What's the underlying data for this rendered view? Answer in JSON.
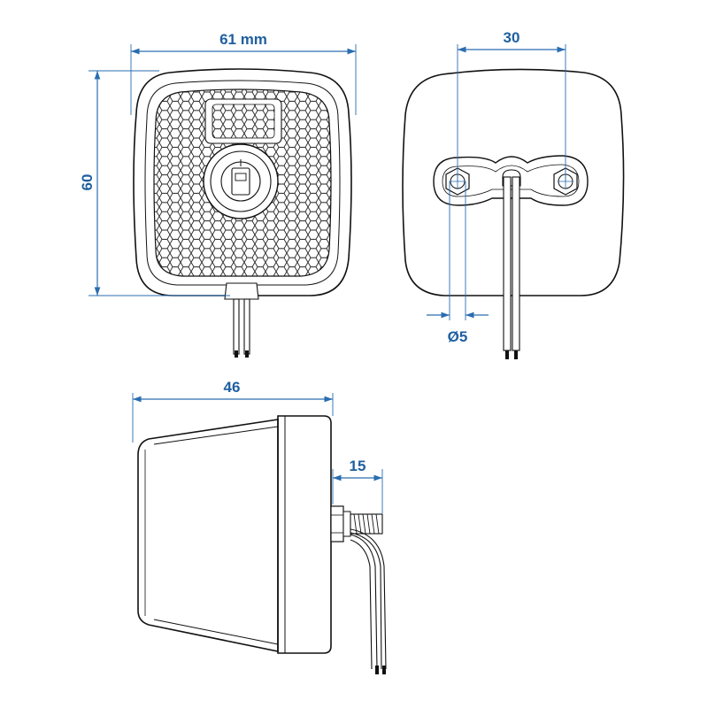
{
  "dimensions": {
    "front_width": "61 mm",
    "front_height": "60",
    "rear_bolt_spacing": "30",
    "rear_hole_diameter": "Ø5",
    "side_depth": "46",
    "side_thread_length": "15"
  },
  "colors": {
    "dimension": "#1f5fa0",
    "outline": "#111111",
    "background": "#ffffff"
  }
}
